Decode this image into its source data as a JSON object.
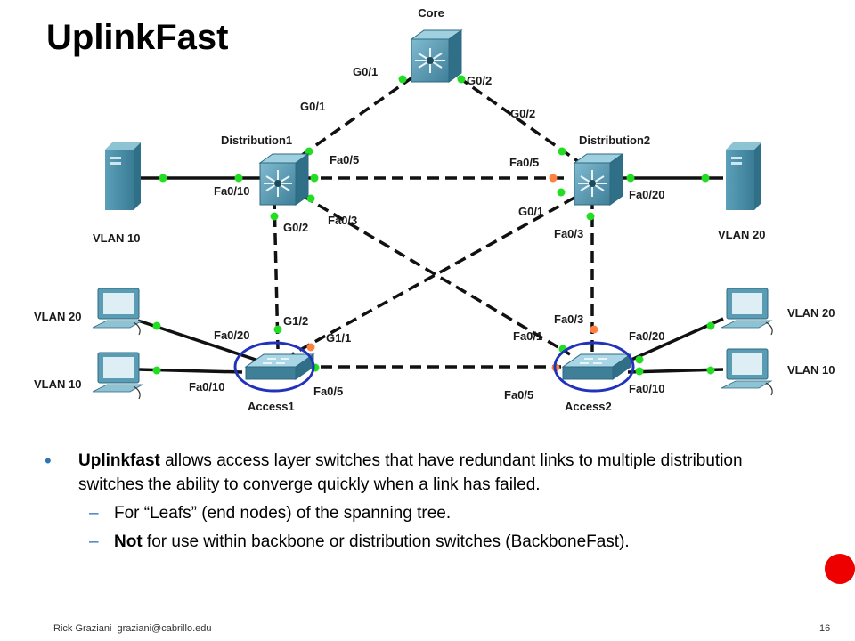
{
  "slide": {
    "title": "UplinkFast",
    "footer_author": "Rick Graziani",
    "footer_email": "graziani@cabrillo.edu",
    "page_number": "16"
  },
  "diagram": {
    "devices": {
      "core": "Core",
      "distribution1": "Distribution1",
      "distribution2": "Distribution2",
      "access1": "Access1",
      "access2": "Access2"
    },
    "ports": {
      "core_g01": "G0/1",
      "core_g02": "G0/2",
      "d1_g01": "G0/1",
      "d2_g02": "G0/2",
      "d1_fa05": "Fa0/5",
      "d1_fa010": "Fa0/10",
      "d1_g02": "G0/2",
      "d1_fa03": "Fa0/3",
      "d2_fa05": "Fa0/5",
      "d2_fa020": "Fa0/20",
      "d2_g01": "G0/1",
      "d2_fa03": "Fa0/3",
      "a1_g12": "G1/2",
      "a1_g11": "G1/1",
      "a1_fa020": "Fa0/20",
      "a1_fa010": "Fa0/10",
      "a1_fa05": "Fa0/5",
      "a2_fa03": "Fa0/3",
      "a2_fa01": "Fa0/1",
      "a2_fa020": "Fa0/20",
      "a2_fa010": "Fa0/10",
      "a2_fa05": "Fa0/5"
    },
    "hosts": {
      "server_left": "VLAN 10",
      "server_right": "VLAN 20",
      "pc_left_top": "VLAN 20",
      "pc_left_bottom": "VLAN 10",
      "pc_right_top": "VLAN 20",
      "pc_right_bottom": "VLAN 10"
    },
    "colors": {
      "link_up": "#22dd22",
      "link_blocked": "#ff8040",
      "highlight": "#2233bb",
      "device": "#4e93ad"
    }
  },
  "bullets": {
    "main_bold": "Uplinkfast",
    "main_rest": " allows access layer switches that have redundant links to multiple distribution switches the ability to converge quickly when a link has failed.",
    "sub1": "For “Leafs” (end nodes) of the spanning tree.",
    "sub2_bold": "Not",
    "sub2_rest": " for use within backbone or distribution switches (BackboneFast)."
  }
}
